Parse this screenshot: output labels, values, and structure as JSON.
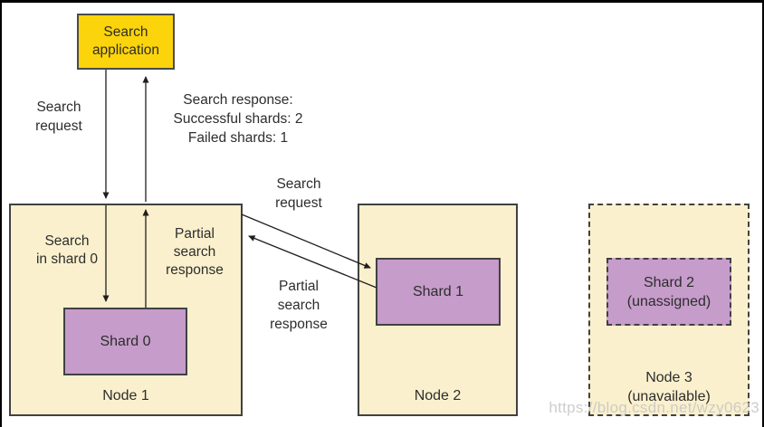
{
  "colors": {
    "app_fill": "#FCD40B",
    "node_fill": "#FBF0CD",
    "shard_fill": "#C69CCA",
    "line": "#1f1f1f",
    "text": "#2d2d2d",
    "watermark": "#c5c5c5"
  },
  "app_box": {
    "label": "Search\napplication"
  },
  "flow_labels": {
    "search_request_to_node1": "Search\nrequest",
    "search_response": "Search response:\nSuccessful shards: 2\nFailed shards: 1",
    "search_request_to_shard1": "Search\nrequest",
    "partial_search_response_from_shard1": "Partial\nsearch\nresponse"
  },
  "nodes": [
    {
      "name": "Node 1",
      "shard_label": "Shard 0",
      "search_in_shard_label": "Search\nin shard 0",
      "partial_search_response_label": "Partial\nsearch\nresponse"
    },
    {
      "name": "Node 2",
      "shard_label": "Shard 1"
    },
    {
      "name": "Node 3\n(unavailable)",
      "shard_label": "Shard 2\n(unassigned)"
    }
  ],
  "watermark": "https://blog.csdn.net/wzy0623"
}
